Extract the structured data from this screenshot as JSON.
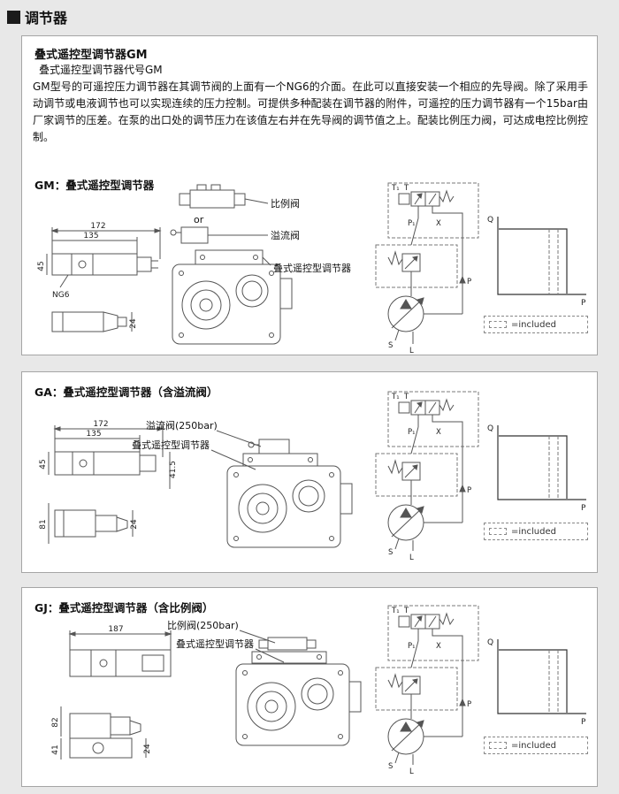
{
  "page": {
    "title": "调节器"
  },
  "shared": {
    "chart": {
      "q": "Q",
      "p": "P",
      "legend": "=included"
    },
    "ports": {
      "t1": "T₁",
      "t": "T",
      "p1": "P₁",
      "p": "P",
      "x": "X",
      "s": "S",
      "l": "L"
    }
  },
  "gm": {
    "heading": "叠式遥控型调节器GM",
    "subheading": "叠式遥控型调节器代号GM",
    "body": "GM型号的可遥控压力调节器在其调节阀的上面有一个NG6的介面。在此可以直接安装一个相应的先导阀。除了采用手动调节或电液调节也可以实现连续的压力控制。可提供多种配装在调节器的附件，可遥控的压力调节器有一个15bar由厂家调节的压差。在泵的出口处的调节压力在该值左右并在先导阀的调节值之上。配装比例压力阀，可达成电控比例控制。",
    "section_title": "GM：叠式遥控型调节器",
    "callouts": {
      "proportional": "比例阀",
      "or": "or",
      "relief": "溢流阀",
      "regulator": "叠式遥控型调节器"
    },
    "dims": {
      "d172": "172",
      "d135": "135",
      "d45": "45",
      "ng6": "NG6",
      "d24": "24"
    }
  },
  "ga": {
    "section_title": "GA：叠式遥控型调节器（含溢流阀）",
    "callouts": {
      "relief": "溢流阀(250bar)",
      "regulator": "叠式遥控型调节器"
    },
    "dims": {
      "d172": "172",
      "d135": "135",
      "d45": "45",
      "d41_5": "41.5",
      "d81": "81",
      "d24": "24"
    }
  },
  "gj": {
    "section_title": "GJ：叠式遥控型调节器（含比例阀）",
    "callouts": {
      "proportional": "比例阀(250bar)",
      "regulator": "叠式遥控型调节器"
    },
    "dims": {
      "d187": "187",
      "d82": "82",
      "d41": "41",
      "d24": "24"
    }
  }
}
